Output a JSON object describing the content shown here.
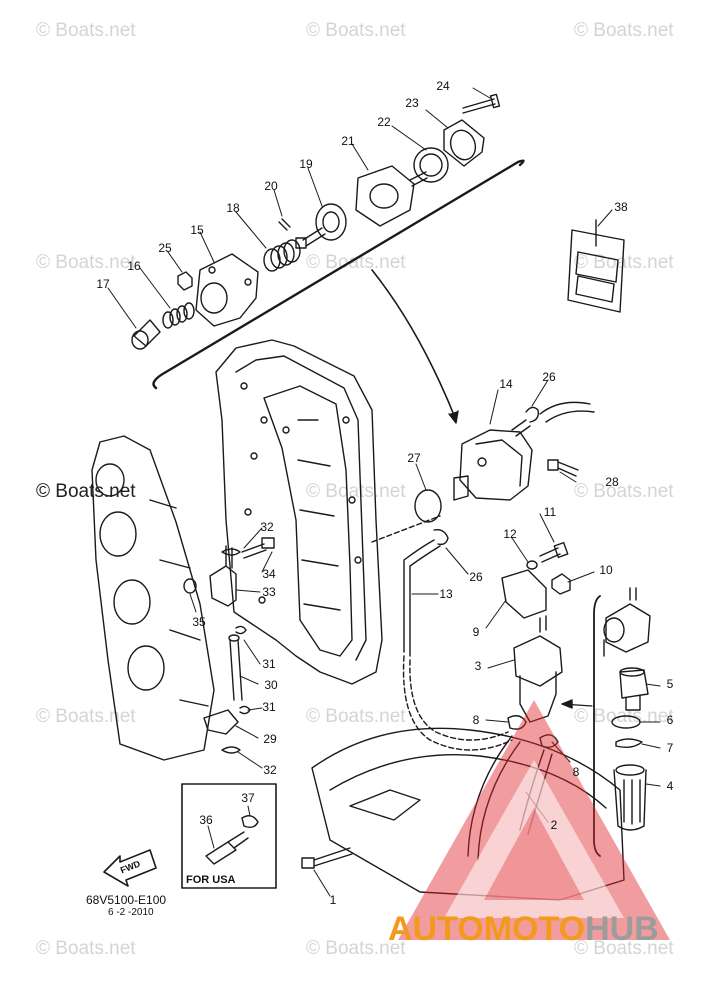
{
  "watermark": {
    "text": "© Boats.net"
  },
  "diagram_code": "68V5100-E100",
  "diagram_date": "6 -2 -2010",
  "inset_label": "FOR USA",
  "fwd_label": "FWD",
  "brand": {
    "part1": "AUTOMOTO",
    "part2": "HUB",
    "color_orange": "#f39a1c",
    "color_gray": "#9c9c9c",
    "triangle_color": "#e0262b"
  },
  "callouts": {
    "c1": "1",
    "c2": "2",
    "c3": "3",
    "c4": "4",
    "c5": "5",
    "c6": "6",
    "c7": "7",
    "c8a": "8",
    "c8b": "8",
    "c9": "9",
    "c10": "10",
    "c11": "11",
    "c12": "12",
    "c13": "13",
    "c14": "14",
    "c15": "15",
    "c16": "16",
    "c17": "17",
    "c18": "18",
    "c19": "19",
    "c20": "20",
    "c21": "21",
    "c22": "22",
    "c23": "23",
    "c24": "24",
    "c25": "25",
    "c26a": "26",
    "c26b": "26",
    "c27": "27",
    "c28": "28",
    "c29": "29",
    "c30": "30",
    "c31a": "31",
    "c31b": "31",
    "c32a": "32",
    "c32b": "32",
    "c33": "33",
    "c34": "34",
    "c35": "35",
    "c36": "36",
    "c37": "37",
    "c38": "38"
  }
}
